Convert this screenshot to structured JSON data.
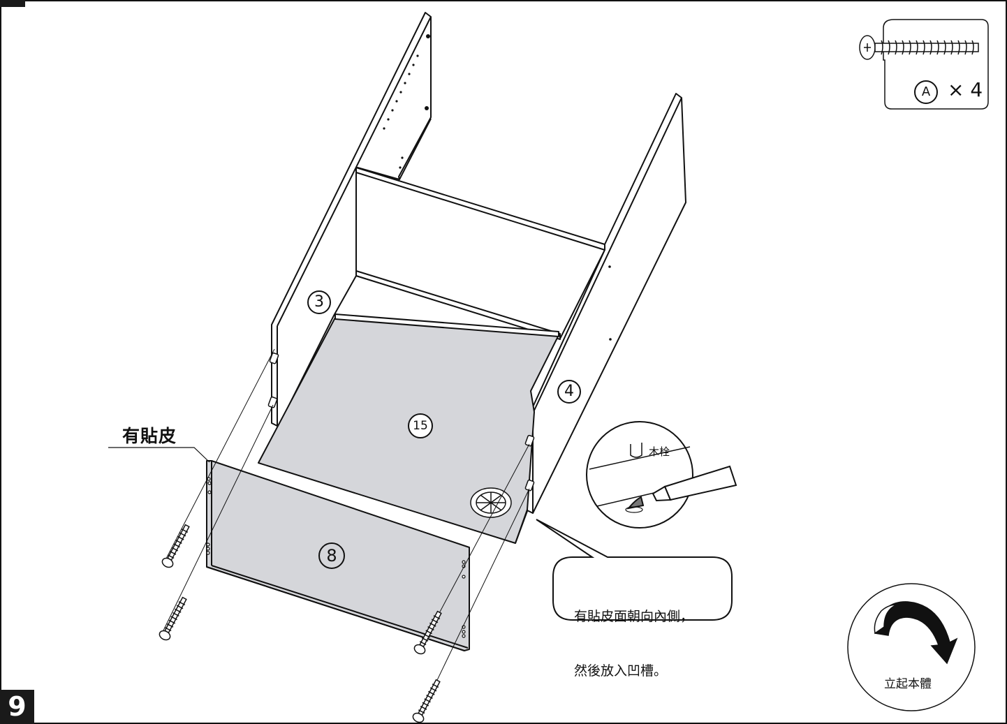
{
  "step_number": "9",
  "hardware": {
    "part_letter": "A",
    "quantity_text": "× 4"
  },
  "parts": {
    "side_left": "3",
    "side_right": "4",
    "bottom": "15",
    "back": "8"
  },
  "labels": {
    "veneer_side": "有貼皮",
    "dowel": "木栓",
    "callout_line1": "有貼皮面朝向內側，",
    "callout_line2": "然後放入凹槽。",
    "stand_up": "立起本體"
  },
  "colors": {
    "line": "#111111",
    "panel_fill": "#d5d6da",
    "background": "#ffffff"
  }
}
